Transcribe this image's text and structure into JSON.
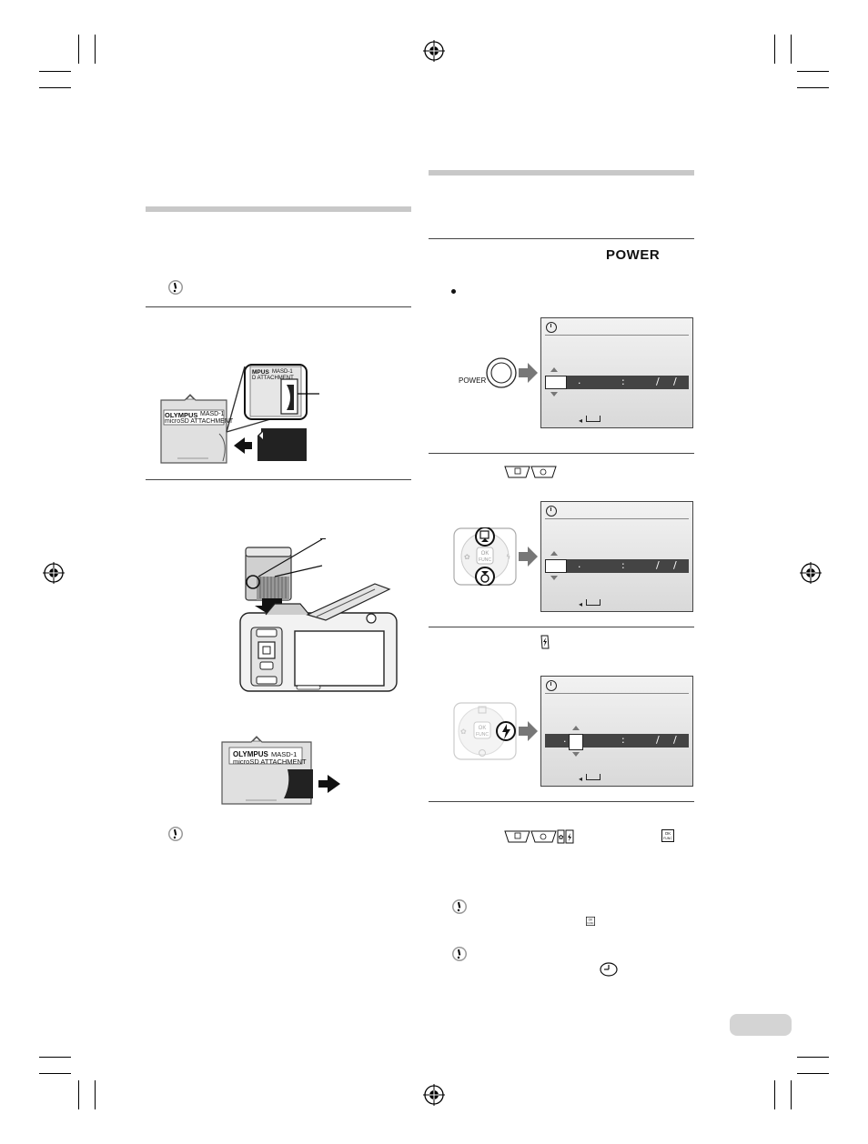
{
  "camera_text": {
    "power_word": "POWER",
    "power_label": "POWER",
    "ok_label": "OK",
    "func_label": "FUNC",
    "adapter_brand": "OLYMPUS",
    "adapter_model": "MASD-1",
    "adapter_desc": "microSD ATTACHMENT",
    "adapter_brand_partial": "MPUS",
    "adapter_model_partial": "MASD-1",
    "adapter_desc_partial": "D ATTACHMENT"
  },
  "screens": [
    {
      "sep_colon": ":",
      "sep_slash1": "/",
      "sep_slash2": "/"
    },
    {
      "sep_colon": ":",
      "sep_slash1": "/",
      "sep_slash2": "/"
    },
    {
      "sep_colon": ":",
      "sep_slash1": "/",
      "sep_slash2": "/"
    }
  ],
  "colors": {
    "gray_bar": "#c8c8c8",
    "page_tab": "#d4d4d4",
    "screen_dark": "#444444"
  },
  "icons": [
    "registration-mark-icon",
    "caution-note-icon",
    "clock-icon",
    "flash-icon",
    "self-timer-icon",
    "exposure-icon",
    "macro-icon",
    "ok-func-icon"
  ]
}
